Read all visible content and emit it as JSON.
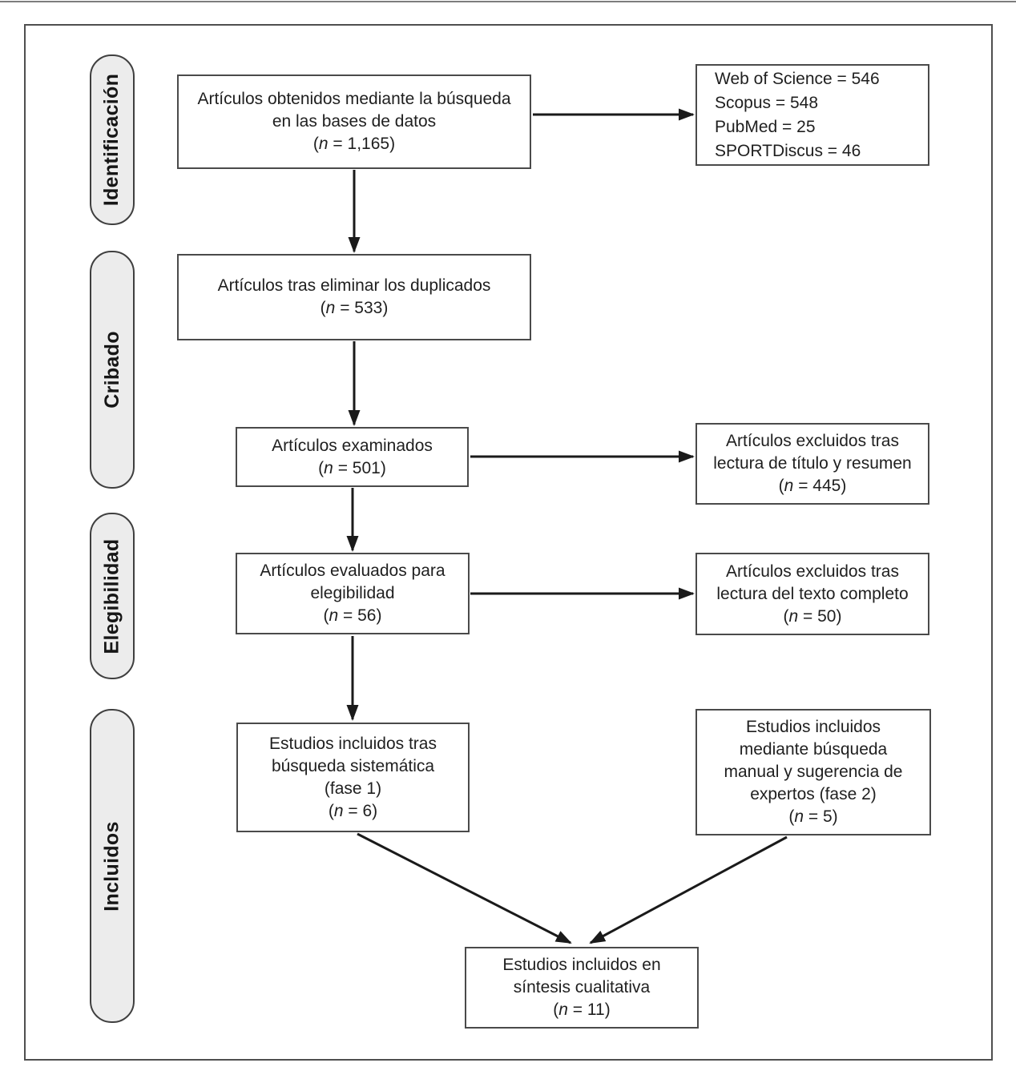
{
  "figure": {
    "type": "prisma-flow-diagram",
    "language": "es"
  },
  "stages": [
    "Identificación",
    "Cribado",
    "Elegibilidad",
    "Incluidos"
  ],
  "boxes": {
    "search": {
      "text": "Artículos obtenidos mediante la búsqueda\nen las bases de datos",
      "n": {
        "open": "(",
        "sym": "n",
        "rest": " = 1,165)"
      }
    },
    "databases": {
      "text": "Web of Science = 546\nScopus = 548\nPubMed = 25\nSPORTDiscus = 46"
    },
    "deduplicated": {
      "text": "Artículos tras eliminar los duplicados",
      "n": {
        "open": "(",
        "sym": "n",
        "rest": " = 533)"
      }
    },
    "screened": {
      "text": "Artículos examinados",
      "n": {
        "open": "(",
        "sym": "n",
        "rest": " = 501)"
      }
    },
    "excluded_title_abstract": {
      "text": "Artículos excluidos tras\nlectura de título y resumen",
      "n": {
        "open": "(",
        "sym": "n",
        "rest": " = 445)"
      }
    },
    "eligibility": {
      "text": "Artículos evaluados para\nelegibilidad",
      "n": {
        "open": "(",
        "sym": "n",
        "rest": " = 56)"
      }
    },
    "excluded_full_text": {
      "text": "Artículos excluidos tras\nlectura del texto completo",
      "n": {
        "open": "(",
        "sym": "n",
        "rest": " = 50)"
      }
    },
    "included_phase1": {
      "text": "Estudios incluidos tras\nbúsqueda sistemática\n(fase 1)",
      "n": {
        "open": "(",
        "sym": "n",
        "rest": " = 6)"
      }
    },
    "included_phase2": {
      "text": "Estudios incluidos\nmediante búsqueda\nmanual y sugerencia de\nexpertos (fase 2)",
      "n": {
        "open": "(",
        "sym": "n",
        "rest": " = 5)"
      }
    },
    "qualitative_synthesis": {
      "text": "Estudios incluidos en\nsíntesis cualitativa",
      "n": {
        "open": "(",
        "sym": "n",
        "rest": " = 11)"
      }
    }
  },
  "colors": {
    "box_border": "#4a4a4a",
    "pill_fill": "#ececec",
    "pill_border": "#3f3f3f",
    "arrow": "#1a1a1a",
    "text": "#1f1f1f"
  }
}
